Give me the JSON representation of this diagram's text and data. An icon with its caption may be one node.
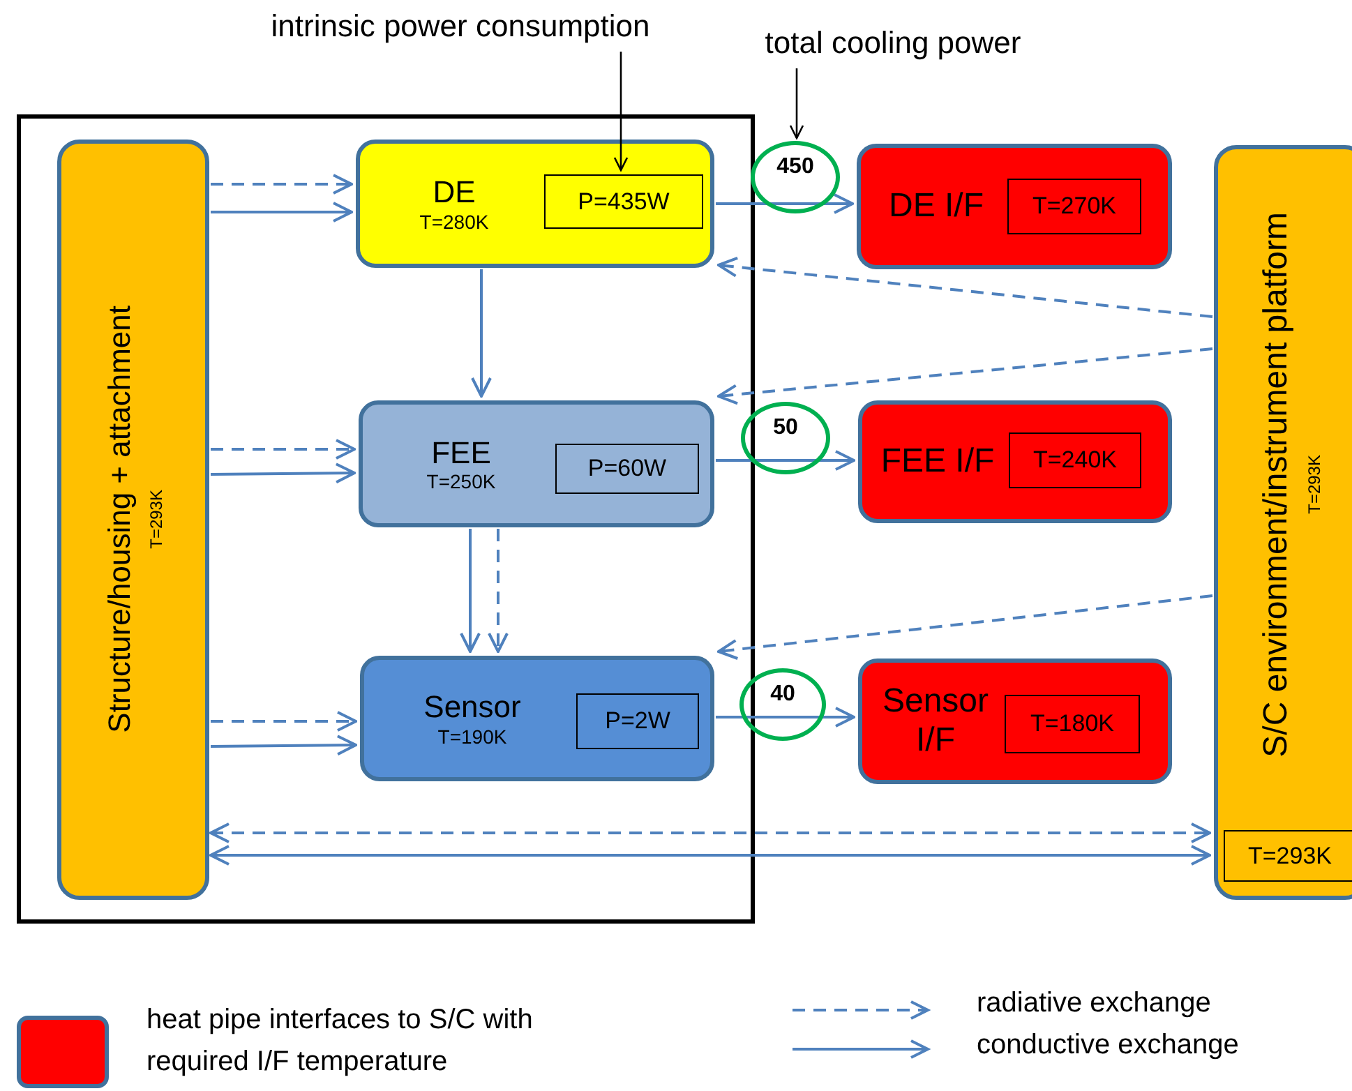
{
  "diagram": {
    "nodes": [
      {
        "text": [],
        "shape": "box"
      },
      {
        "text": [
          "Structure/housing + attachment",
          "T=293K"
        ],
        "in": 0
      },
      {
        "text": [
          "DE",
          "T=280K"
        ],
        "in": 0
      },
      {
        "text": [
          "P=435W"
        ],
        "in": 2
      },
      {
        "text": [
          "FEE",
          "T=250K"
        ],
        "in": 0
      },
      {
        "text": [
          "P=60W"
        ],
        "in": 4
      },
      {
        "text": [
          "Sensor",
          "T=190K"
        ],
        "in": 0
      },
      {
        "text": [
          "P=2W"
        ],
        "in": 6
      },
      {
        "text": [
          "DE I/F"
        ]
      },
      {
        "text": [
          "T=270K"
        ],
        "in": 8
      },
      {
        "text": [
          "FEE I/F"
        ]
      },
      {
        "text": [
          "T=240K"
        ],
        "in": 10
      },
      {
        "text": [
          "Sensor I/F"
        ]
      },
      {
        "text": [
          "T=180K"
        ],
        "in": 12
      },
      {
        "text": [
          "S/C environment/instrument platform",
          "T=293K"
        ]
      },
      {
        "text": [
          "T=293K"
        ],
        "in": 14
      },
      {
        "text": [
          "intrinsic power consumption"
        ]
      },
      {
        "text": [
          "total cooling power"
        ]
      }
    ],
    "edges": [
      {
        "from": 1,
        "to": 2,
        "arrow": "to",
        "style": "dashed"
      },
      {
        "from": 1,
        "to": 2,
        "arrow": "to"
      },
      {
        "from": 1,
        "to": 4,
        "arrow": "to",
        "style": "dashed"
      },
      {
        "from": 1,
        "to": 4,
        "arrow": "to"
      },
      {
        "from": 1,
        "to": 6,
        "arrow": "to",
        "style": "dashed"
      },
      {
        "from": 1,
        "to": 6,
        "arrow": "to"
      },
      {
        "from": 2,
        "to": 4,
        "arrow": "to"
      },
      {
        "from": 4,
        "to": 6,
        "arrow": "to"
      },
      {
        "from": 4,
        "to": 6,
        "arrow": "to",
        "style": "dashed"
      },
      {
        "from": 2,
        "to": 8,
        "arrow": "to",
        "label": "450"
      },
      {
        "from": 4,
        "to": 10,
        "arrow": "to",
        "label": "50"
      },
      {
        "from": 6,
        "to": 12,
        "arrow": "to",
        "label": "40"
      },
      {
        "from": 14,
        "to": 2,
        "arrow": "to",
        "style": "dashed"
      },
      {
        "from": 14,
        "to": 4,
        "arrow": "to",
        "style": "dashed"
      },
      {
        "from": 14,
        "to": 6,
        "arrow": "to",
        "style": "dashed"
      },
      {
        "from": 1,
        "to": 14,
        "arrow": "both",
        "style": "dashed"
      },
      {
        "from": 1,
        "to": 14,
        "arrow": "both"
      },
      {
        "from": 16,
        "to": 3,
        "arrow": "to",
        "color": "#000000"
      },
      {
        "from": 17,
        "to": null,
        "arrow": "to",
        "color": "#000000"
      }
    ],
    "legend": [
      {
        "text": "heat pipe interfaces to S/C with required I/F temperature",
        "color": "#ff0000"
      },
      {
        "text": "radiative exchange"
      },
      {
        "text": "conductive exchange"
      }
    ]
  }
}
